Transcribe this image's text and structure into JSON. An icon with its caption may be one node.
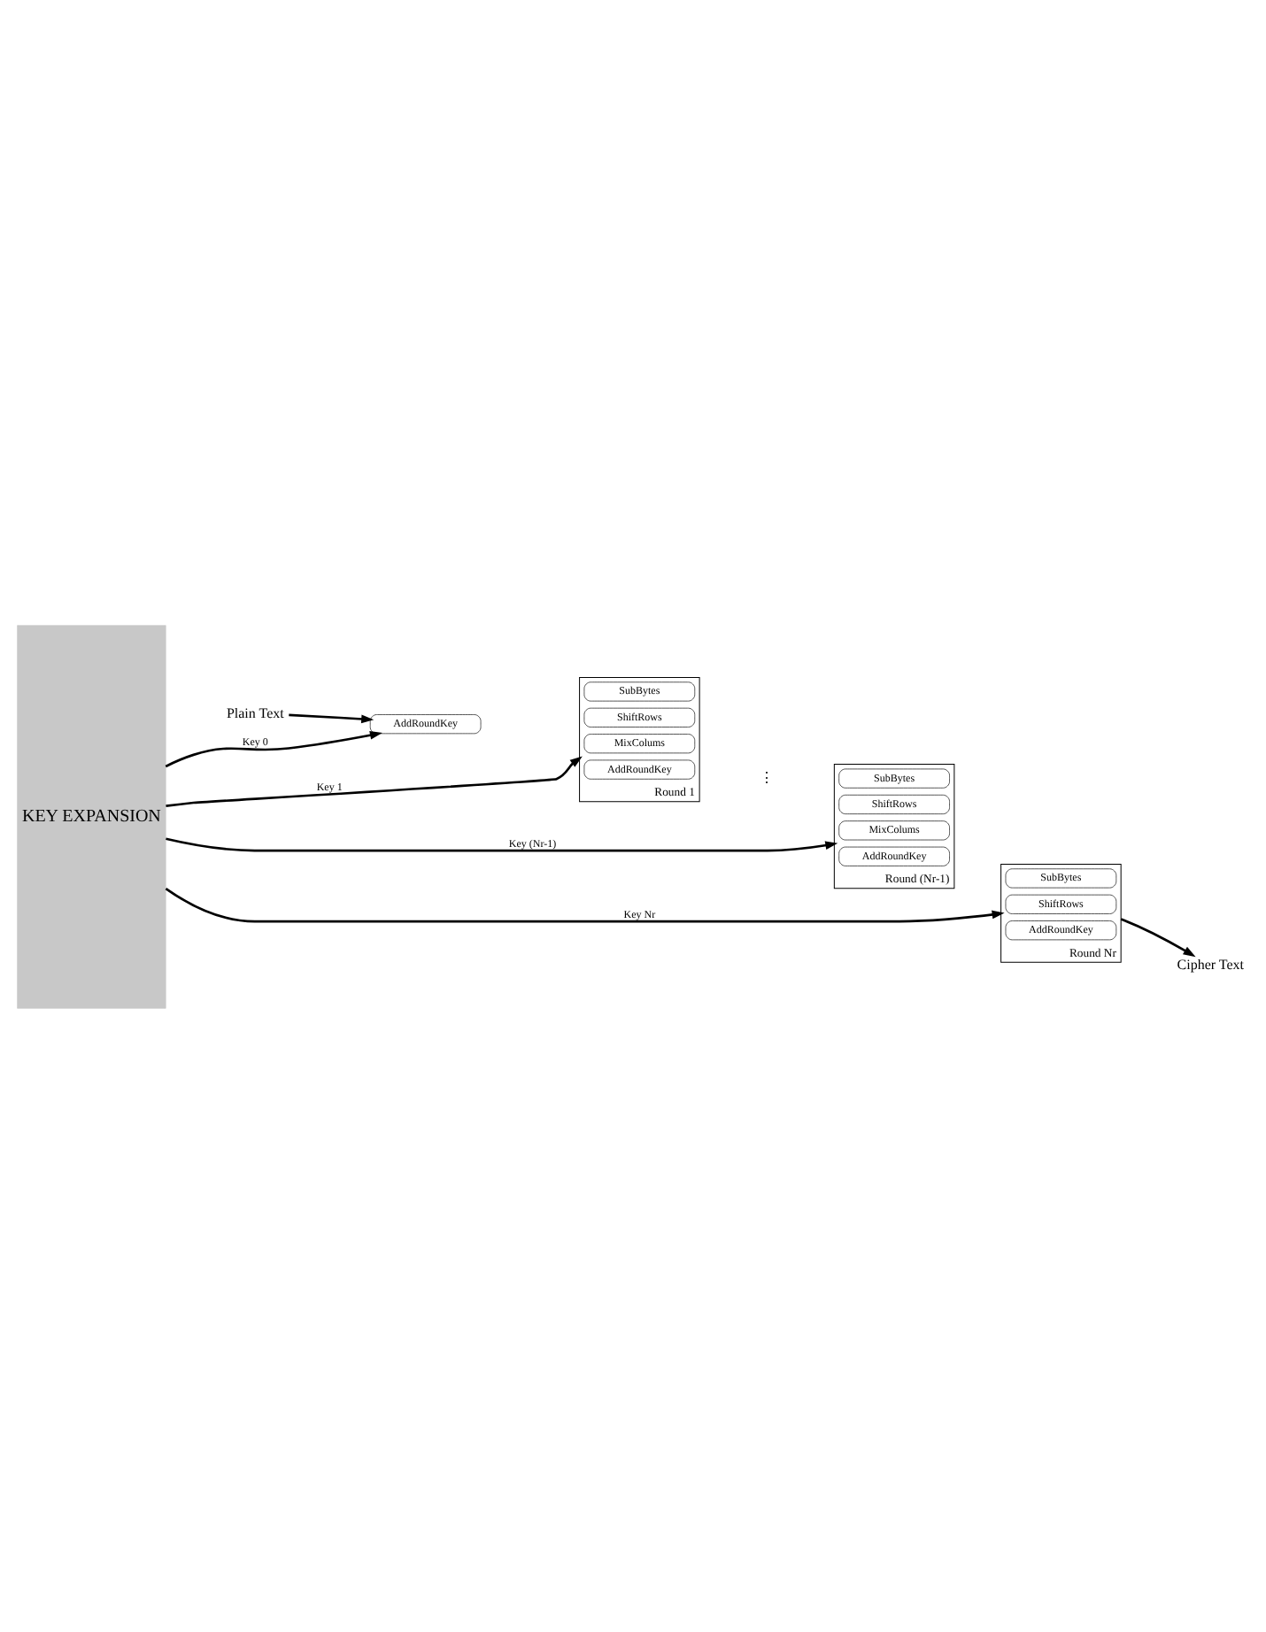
{
  "diagram": {
    "nodes": [
      {
        "text": [
          "KEY EXPANSION"
        ]
      },
      {
        "text": [
          "Plain Text"
        ]
      },
      {
        "text": [
          "AddRoundKey"
        ]
      },
      {
        "text": [
          "Round 1"
        ]
      },
      {
        "text": [
          "SubBytes"
        ],
        "in": 3
      },
      {
        "text": [
          "ShiftRows"
        ],
        "in": 3
      },
      {
        "text": [
          "MixColums"
        ],
        "in": 3
      },
      {
        "text": [
          "AddRoundKey"
        ],
        "in": 3
      },
      {
        "text": [
          "Round (Nr-1)"
        ]
      },
      {
        "text": [
          "SubBytes"
        ],
        "in": 8
      },
      {
        "text": [
          "ShiftRows"
        ],
        "in": 8
      },
      {
        "text": [
          "MixColums"
        ],
        "in": 8
      },
      {
        "text": [
          "AddRoundKey"
        ],
        "in": 8
      },
      {
        "text": [
          "Round Nr"
        ]
      },
      {
        "text": [
          "SubBytes"
        ],
        "in": 13
      },
      {
        "text": [
          "ShiftRows"
        ],
        "in": 13
      },
      {
        "text": [
          "AddRoundKey"
        ],
        "in": 13
      },
      {
        "text": [
          "Cipher Text"
        ]
      }
    ],
    "edges": [
      {
        "from": 0,
        "to": 2,
        "arrow": "to",
        "label": "Key 0"
      },
      {
        "from": 0,
        "to": 3,
        "arrow": "to",
        "label": "Key 1"
      },
      {
        "from": 0,
        "to": 8,
        "arrow": "to",
        "label": "Key (Nr-1)"
      },
      {
        "from": 0,
        "to": 13,
        "arrow": "to",
        "label": "Key Nr"
      },
      {
        "from": 1,
        "to": 2,
        "arrow": "to"
      },
      {
        "from": 13,
        "to": 17,
        "arrow": "to"
      }
    ],
    "labels": [
      "⋮"
    ]
  }
}
